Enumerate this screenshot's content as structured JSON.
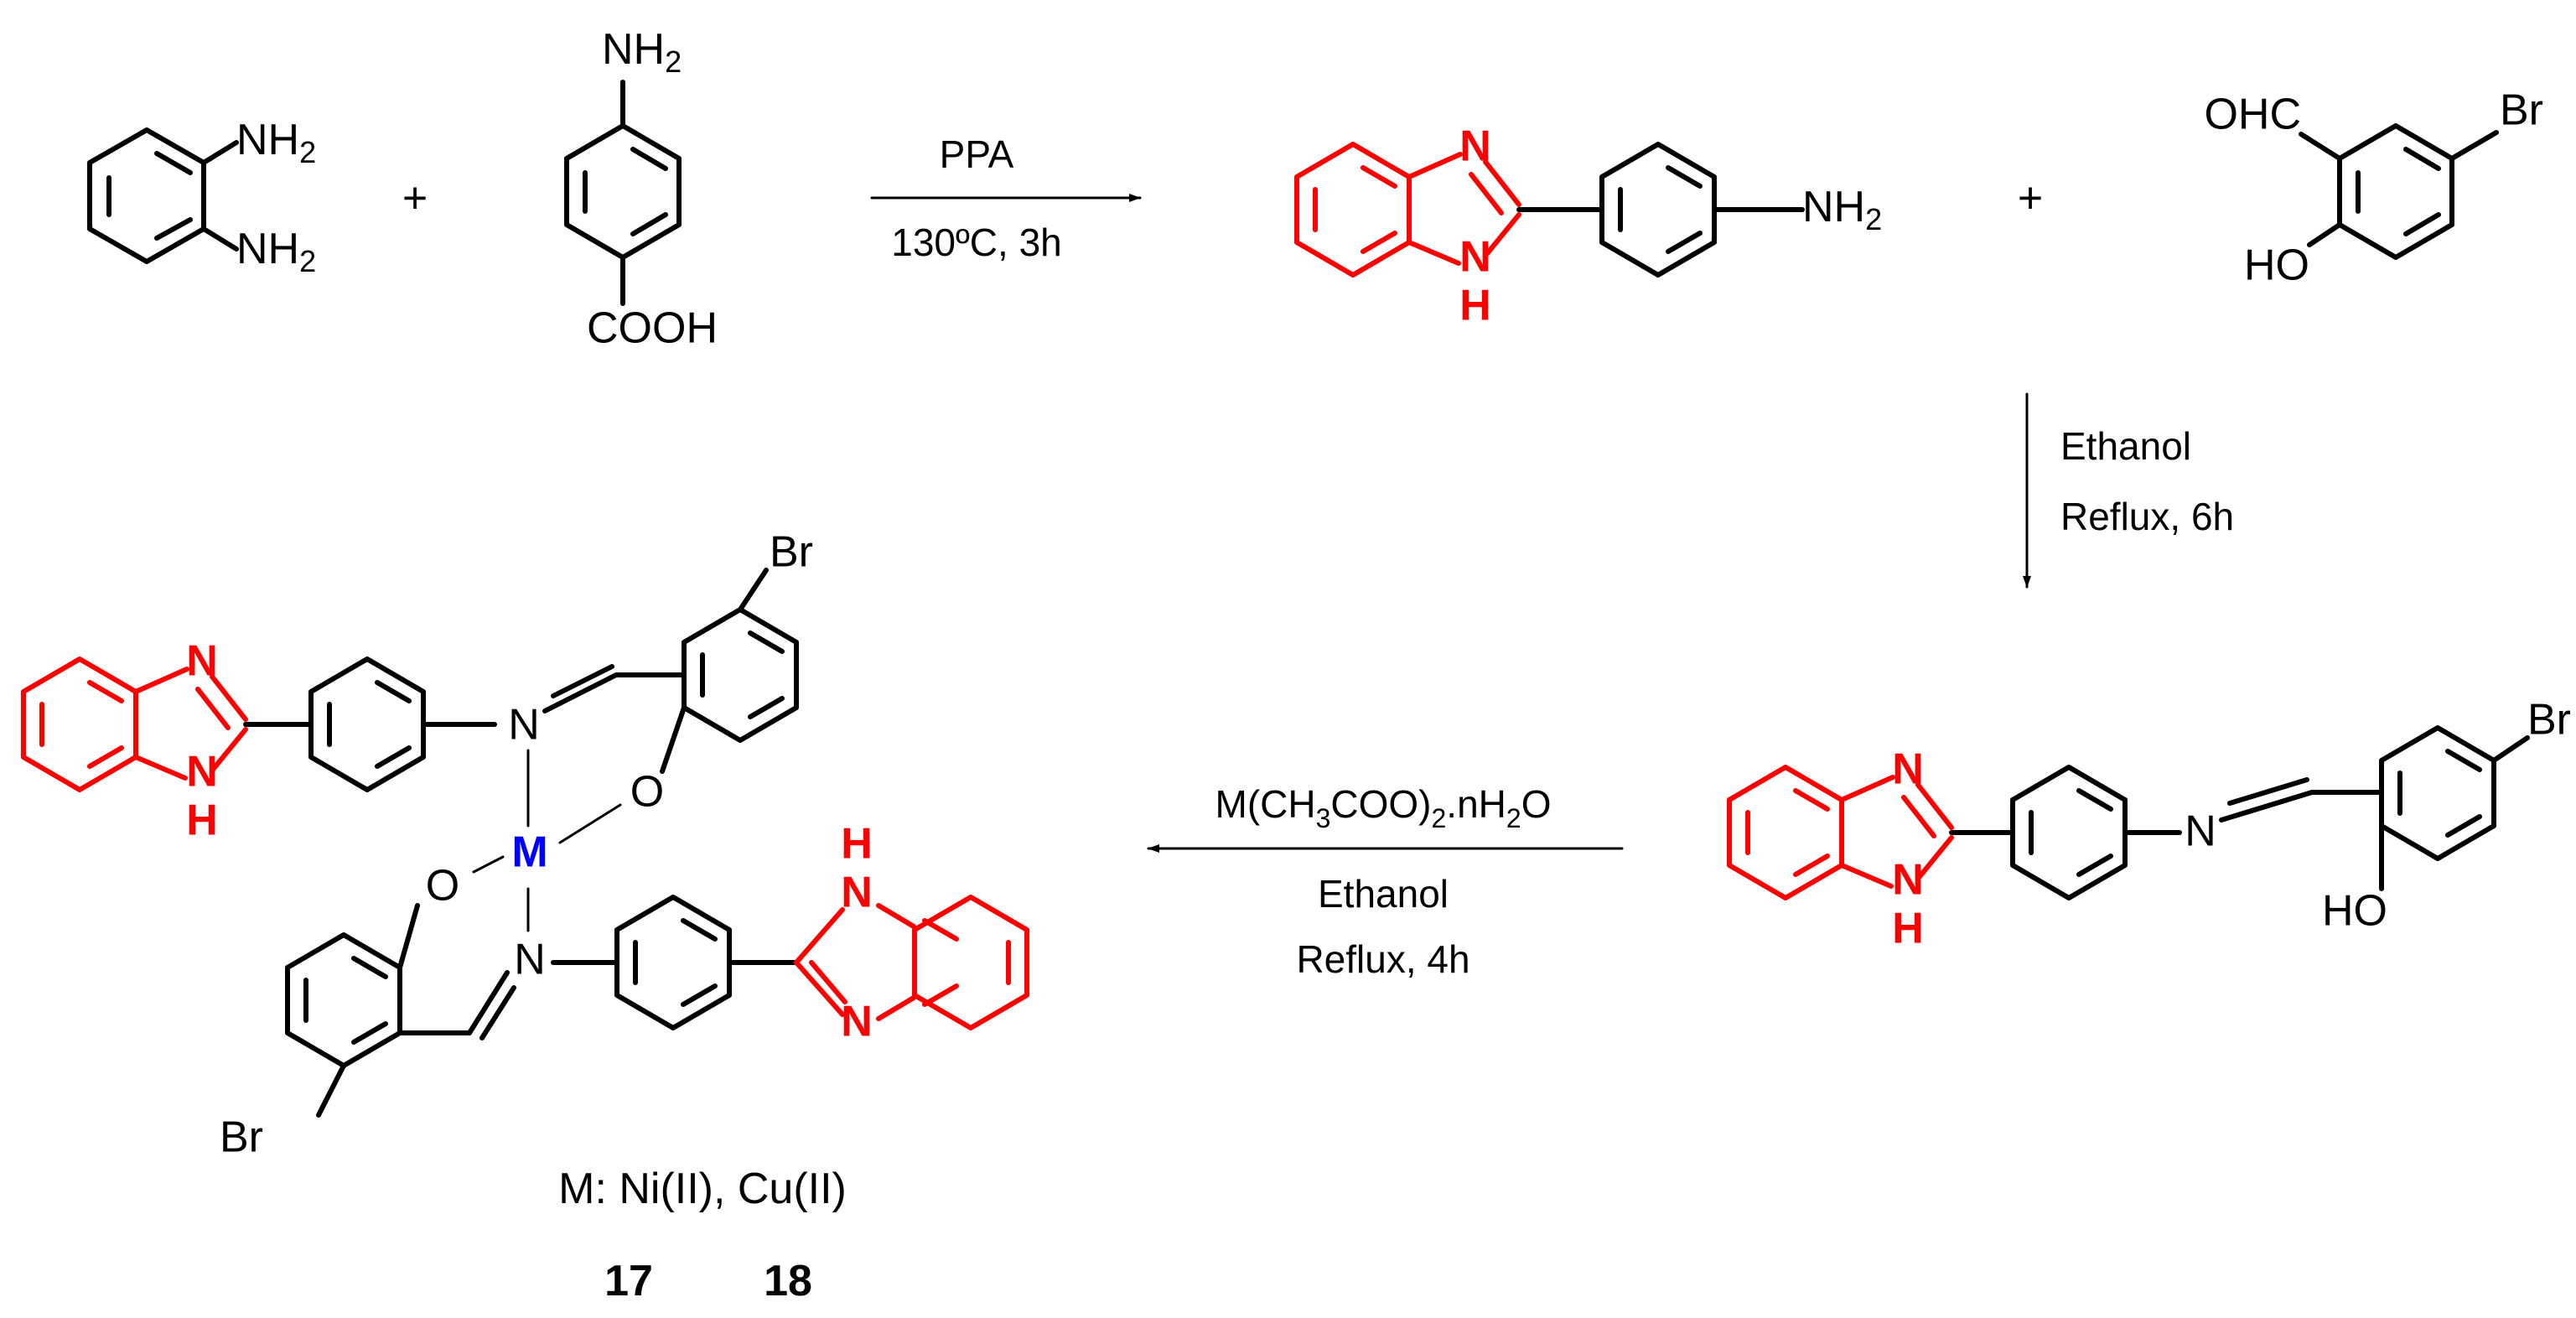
{
  "colors": {
    "bond": "#000000",
    "benzimidazole": "#ff0000",
    "metal": "#0000ff"
  },
  "labels": {
    "nh2": "NH",
    "sub2": "2",
    "sub3": "3",
    "cooh": "COOH",
    "ohc": "OHC",
    "ho": "HO",
    "br": "Br",
    "n": "N",
    "h": "H",
    "o": "O",
    "m": "M",
    "plus": "+"
  },
  "conditions": {
    "step1_above": "PPA",
    "step1_below": "130ºC, 3h",
    "step2_line1": "Ethanol",
    "step2_line2": "Reflux, 6h",
    "step3_reagent_a": "M(CH",
    "step3_reagent_b": "COO)",
    "step3_reagent_c": ".nH",
    "step3_reagent_d": "O",
    "step3_line2": "Ethanol",
    "step3_line3": "Reflux, 4h"
  },
  "caption": {
    "metals": "M: Ni(II), Cu(II)",
    "compound_a": "17",
    "compound_b": "18"
  }
}
